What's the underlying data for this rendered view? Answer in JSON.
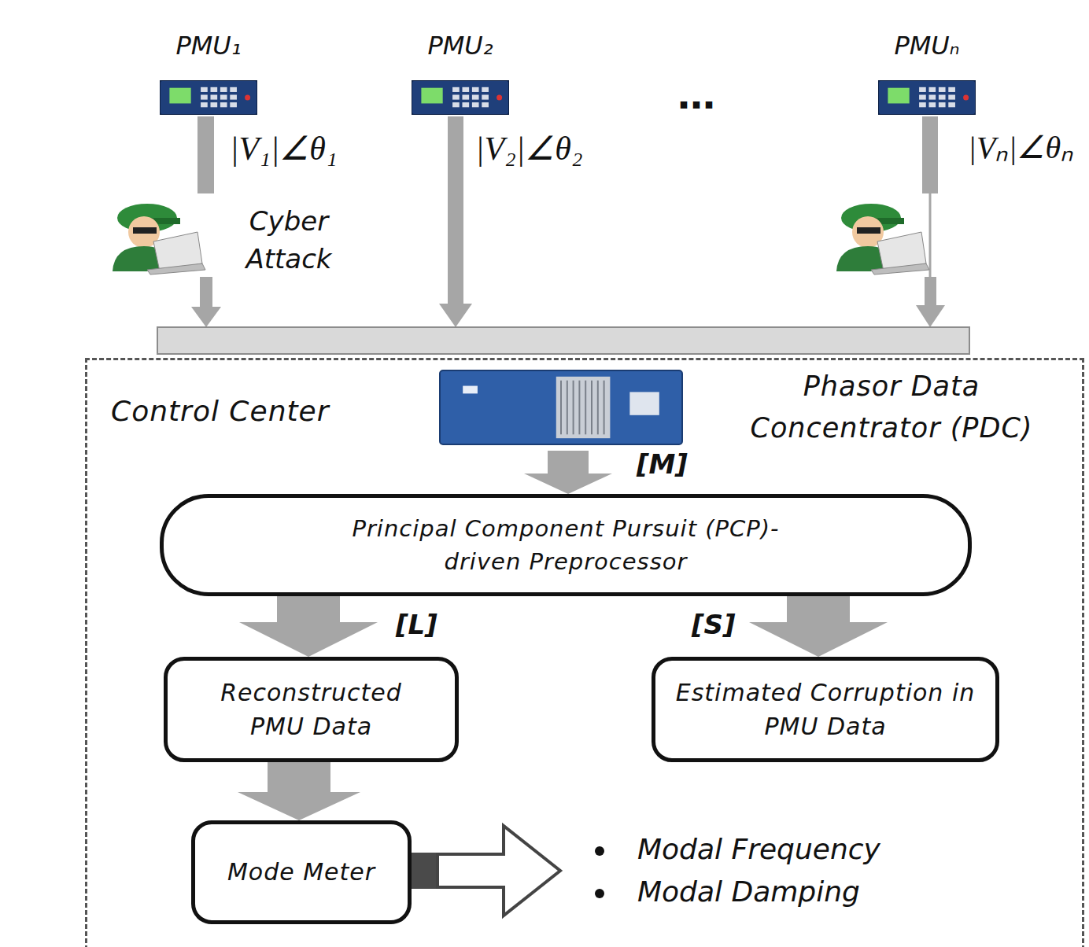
{
  "diagram": {
    "nodes": [
      {
        "text": [
          "PMU₁"
        ]
      },
      {
        "text": [
          "PMU₂"
        ]
      },
      {
        "text": [
          "PMUₙ"
        ]
      },
      {
        "text": [
          "Control Center"
        ]
      },
      {
        "text": [
          "Phasor Data Concentrator (PDC)"
        ],
        "in": 3
      },
      {
        "text": [
          "Principal Component Pursuit (PCP)-driven Preprocessor"
        ],
        "in": 3
      },
      {
        "text": [
          "Reconstructed PMU Data"
        ],
        "in": 3
      },
      {
        "text": [
          "Estimated Corruption in PMU Data"
        ],
        "in": 3
      },
      {
        "text": [
          "Mode Meter"
        ],
        "in": 3
      }
    ],
    "edges": [
      {
        "from": 4,
        "to": 5,
        "arrow": "to",
        "label": "[M]"
      },
      {
        "from": 5,
        "to": 6,
        "arrow": "to",
        "label": "[L]"
      },
      {
        "from": 5,
        "to": 7,
        "arrow": "to",
        "label": "[S]"
      },
      {
        "from": 6,
        "to": 8,
        "arrow": "to"
      }
    ],
    "labels": [
      "|V₁|∠θ₁",
      "|V₂|∠θ₂",
      "|Vₙ|∠θₙ",
      "…",
      "Cyber Attack",
      "Modal Frequency",
      "Modal Damping"
    ]
  }
}
